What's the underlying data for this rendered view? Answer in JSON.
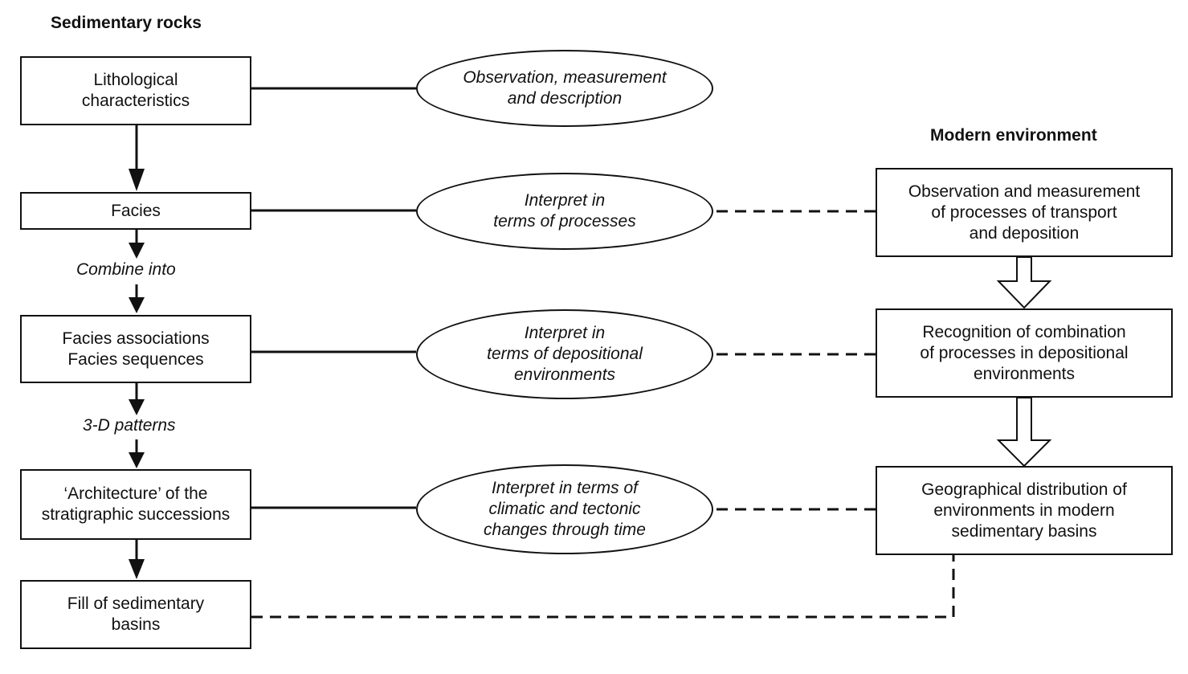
{
  "headings": {
    "left": "Sedimentary rocks",
    "right": "Modern environment"
  },
  "rock_boxes": [
    "Lithological\ncharacteristics",
    "Facies",
    "Facies associations\nFacies sequences",
    "‘Architecture’ of the\nstratigraphic successions",
    "Fill of sedimentary\nbasins"
  ],
  "step_labels": [
    "Combine into",
    "3-D patterns"
  ],
  "interpretation_ovals": [
    "Observation, measurement\nand description",
    "Interpret in\nterms of processes",
    "Interpret in\nterms of depositional\nenvironments",
    "Interpret in terms of\nclimatic and tectonic\nchanges through time"
  ],
  "environment_boxes": [
    "Observation and measurement\nof processes of transport\nand deposition",
    "Recognition of combination\nof processes in depositional\nenvironments",
    "Geographical distribution of\nenvironments in modern\nsedimentary basins"
  ]
}
